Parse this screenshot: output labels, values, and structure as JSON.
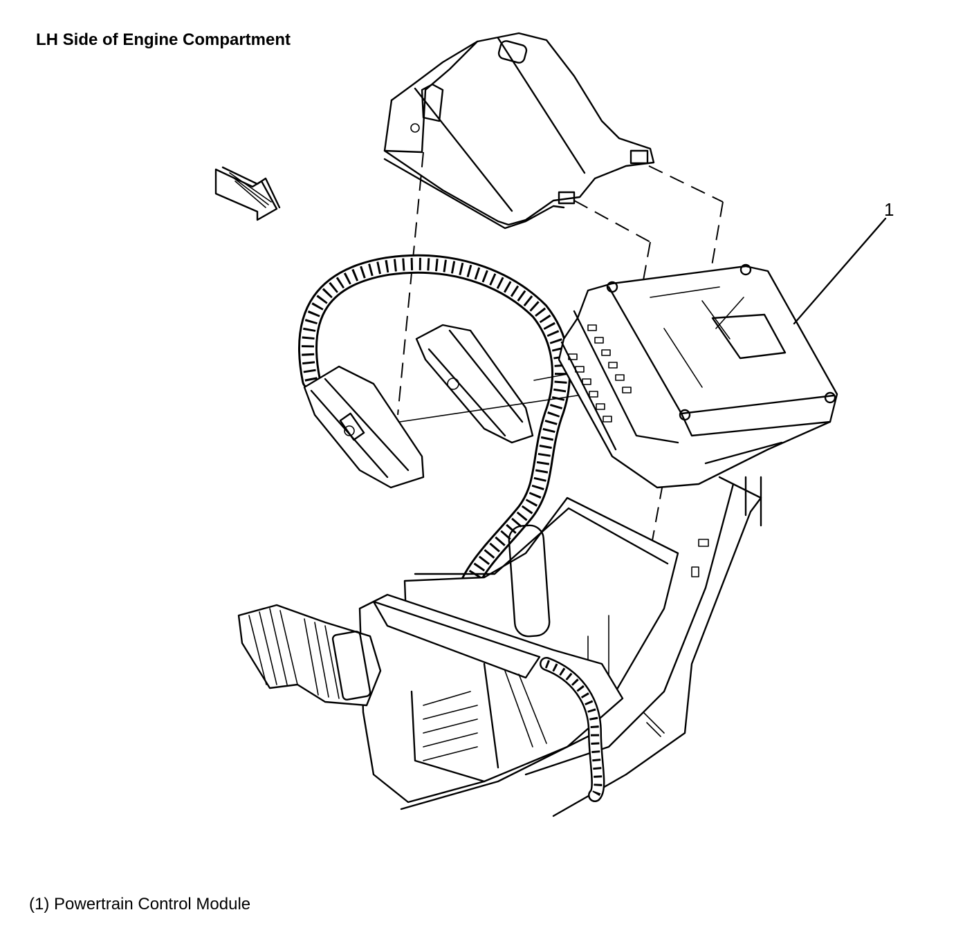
{
  "diagram": {
    "title": "LH Side of Engine Compartment",
    "callout": "1",
    "legend": "(1) Powertrain Control Module"
  },
  "icons": {
    "direction_arrow": "arrow-icon"
  },
  "colors": {
    "line": "#000000",
    "background": "#ffffff"
  }
}
